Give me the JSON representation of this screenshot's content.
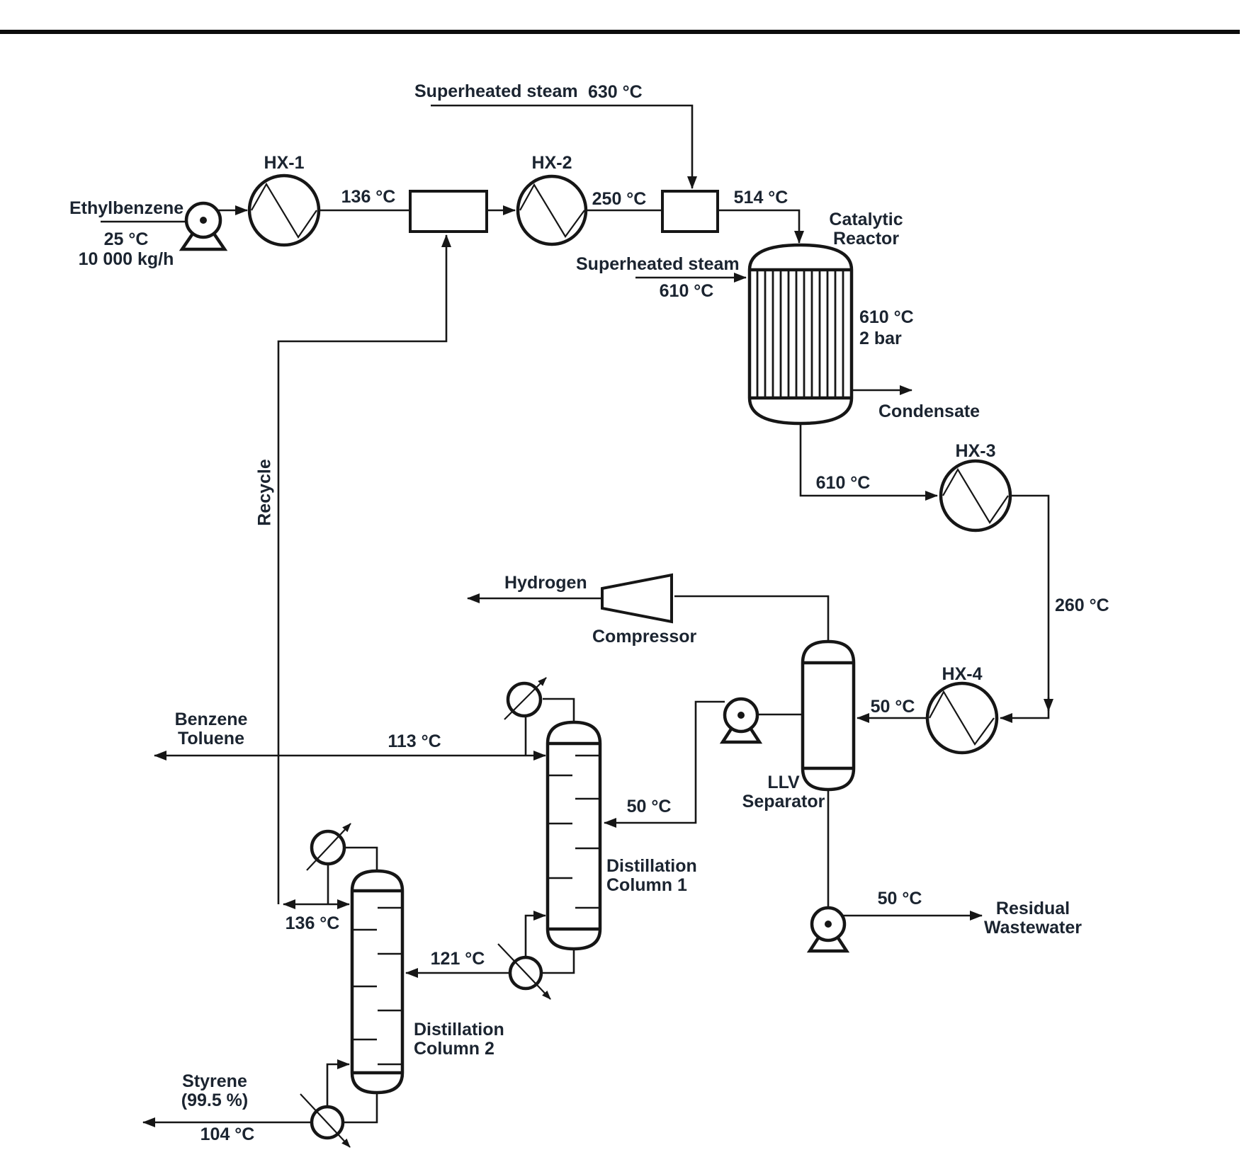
{
  "diagram": {
    "feed": {
      "name": "Ethylbenzene",
      "temp": "25 °C",
      "flow": "10 000 kg/h"
    },
    "heat_exchangers": {
      "hx1": "HX-1",
      "hx2": "HX-2",
      "hx3": "HX-3",
      "hx4": "HX-4"
    },
    "equipment": {
      "reactor": {
        "name": "Catalytic Reactor",
        "temp": "610 °C",
        "pressure": "2 bar"
      },
      "compressor": "Compressor",
      "separator": "LLV Separator",
      "column1": "Distillation Column 1",
      "column2": "Distillation Column 2"
    },
    "streams": {
      "hx1_out": "136 °C",
      "hx2_out": "250 °C",
      "mixer_out": "514 °C",
      "steam_top": {
        "name": "Superheated steam",
        "temp": "630 °C"
      },
      "steam_reactor": {
        "name": "Superheated steam",
        "temp": "610 °C"
      },
      "condensate": "Condensate",
      "reactor_out": "610 °C",
      "hx3_out": "260 °C",
      "hx4_out": "50 °C",
      "hydrogen": "Hydrogen",
      "recycle": "Recycle",
      "column1_feed": "50 °C",
      "column1_top": "113 °C",
      "column1_bottom": "121 °C",
      "benzene_toluene": "Benzene Toluene",
      "column2_top": "136 °C",
      "column2_bottom": "104 °C",
      "styrene": "Styrene (99.5 %)",
      "wastewater_temp": "50 °C",
      "wastewater": "Residual Wastewater"
    }
  }
}
